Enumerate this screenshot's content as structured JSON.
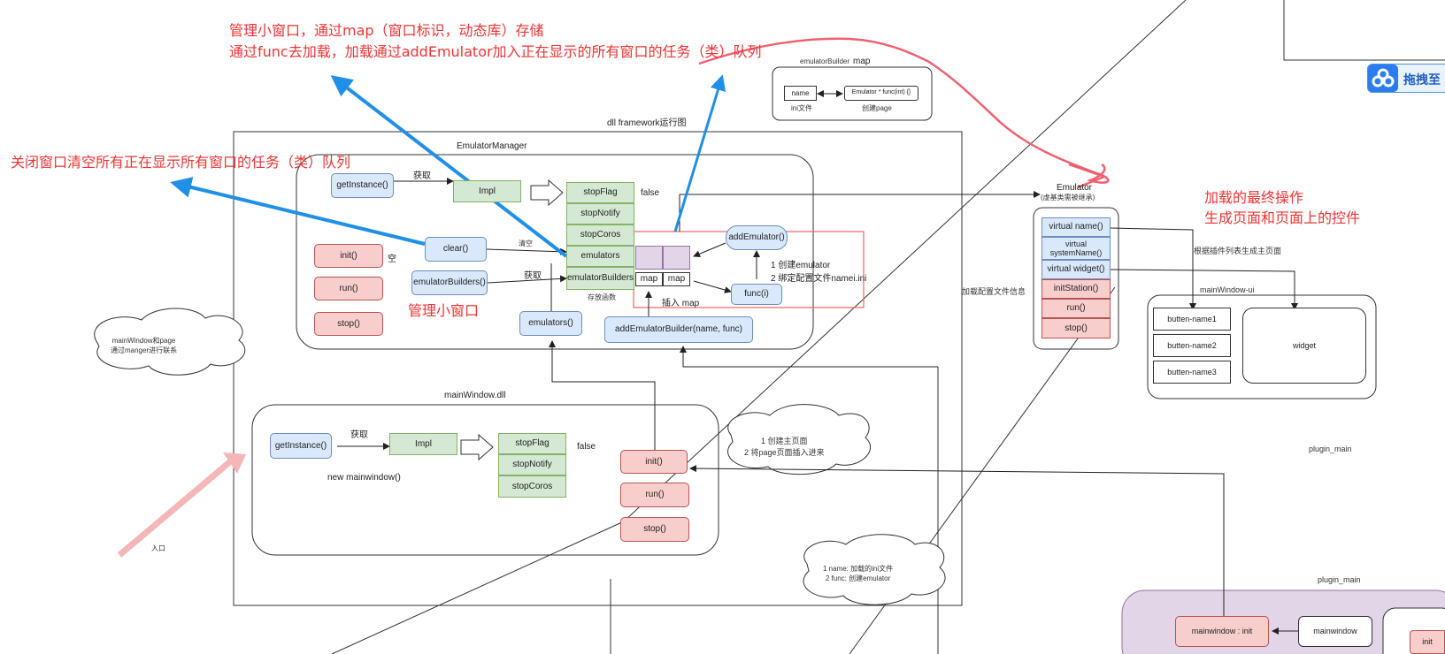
{
  "notes": {
    "top_line1": "管理小窗口，通过map（窗口标识，动态库）存储",
    "top_line2": "通过func去加载，加载通过addEmulator加入正在显示的所有窗口的任务（类）队列",
    "close_clear": "关闭窗口清空所有正在显示所有窗口的任务（类）队列",
    "manage_small": "管理小窗口",
    "final_line1": "加载的最终操作",
    "final_line2": "生成页面和页面上的控件"
  },
  "frame": {
    "title": "dll framework运行图"
  },
  "emulator_manager": {
    "title": "EmulatorManager",
    "get_instance": "getInstance()",
    "get_label": "获取",
    "impl": "Impl",
    "false_label": "false",
    "fields": [
      "stopFlag",
      "stopNotify",
      "stopCoros",
      "emulators",
      "emulatorBuilders"
    ],
    "storage_caption": "存放函数",
    "clear": "clear()",
    "clear_label": "清空",
    "init": "init()",
    "empty_label": "空",
    "run": "run()",
    "stop": "stop()",
    "emulator_builders": "emulatorBuilders()",
    "emulators": "emulators()",
    "add_emulator_builder": "addEmulatorBuilder(name, func)",
    "add_emulator": "addEmulator()",
    "func": "func(i)",
    "map_a": "map",
    "map_b": "map",
    "insert_map": "插入 map",
    "step1": "1 创建emulator",
    "step2": "2 绑定配置文件namei.ini"
  },
  "emulator_builder": {
    "title": "emulatorBuilder",
    "map_label": "map",
    "name": "name",
    "func_box": "Emulator *  func(int) {}",
    "ini_caption": "ini文件",
    "create_caption": "创建page"
  },
  "cloud_manager": {
    "line1": "mainWindow和page",
    "line2": "通过manger进行联系"
  },
  "main_window_dll": {
    "title": "mainWindow.dll",
    "get_instance": "getInstance()",
    "get_label": "获取",
    "impl": "Impl",
    "false_label": "false",
    "new_label": "new mainwindow()",
    "fields": [
      "stopFlag",
      "stopNotify",
      "stopCoros"
    ],
    "init": "init()",
    "run": "run()",
    "stop": "stop()"
  },
  "cloud_page": {
    "line1": "1 创建主页面",
    "line2": "2 将page页面插入进来"
  },
  "cloud_ini": {
    "line1": "1 name: 加载的ini文件",
    "line2": "2 func: 创建emulator"
  },
  "entry_label": "入口",
  "emulator": {
    "title_line1": "Emulator",
    "title_line2": "(虚基类需被继承)",
    "methods": [
      "virtual name()",
      "virtual systemName()",
      "virtual widget()"
    ],
    "red_methods": [
      "initStation()",
      "run()",
      "stop()"
    ],
    "load_config": "加载配置文件信息"
  },
  "main_window_ui": {
    "caption_plugins": "根据插件列表生成主页面",
    "title": "mainWindow-ui",
    "buttons": [
      "butten-name1",
      "butten-name2",
      "butten-name3"
    ],
    "widget": "widget"
  },
  "plugin_main": {
    "label1": "plugin_main",
    "label2": "plugin_main",
    "mainwindow_init": "mainwindow : init",
    "mainwindow": "mainwindow",
    "init": "init"
  },
  "badge": {
    "label": "拖拽至"
  },
  "colors": {
    "annotation_red": "#ee3333",
    "arrow_blue": "#1f8fe8",
    "scribble_red": "#f06070",
    "entry_arrow": "#f4b6b6",
    "plugin_bg": "#e1d5e7"
  }
}
